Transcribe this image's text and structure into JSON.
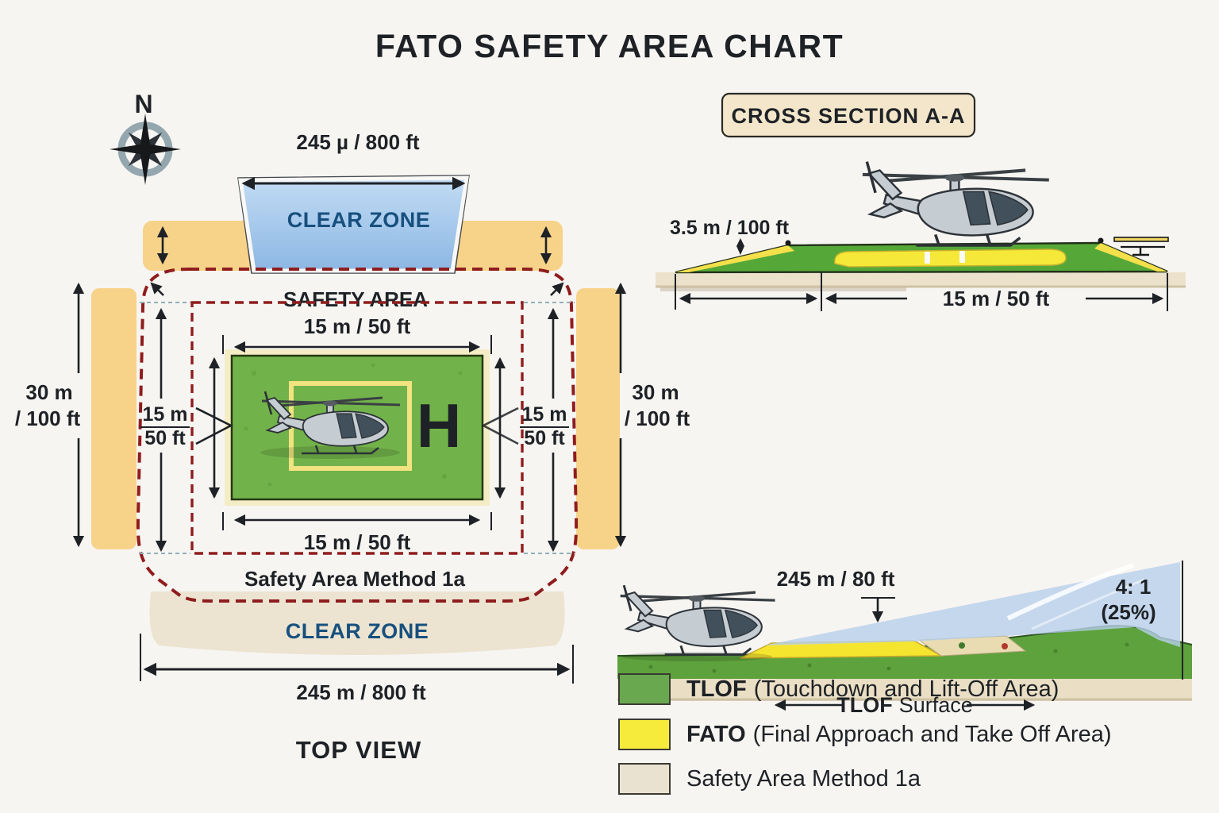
{
  "title": "FATO SAFETY AREA CHART",
  "colors": {
    "tlof_green": "#6aa84f",
    "fato_yellow": "#f6ea3a",
    "safety_beige": "#eae2d0",
    "dashed_red": "#8f1d1d",
    "clear_zone_blue": "#a9c9ec",
    "clear_zone_text": "#17507e"
  },
  "top_view": {
    "north": "N",
    "dim_top": "245 µ / 800 ft",
    "clear_zone_top": "CLEAR ZONE",
    "clear_zone_bottom": "CLEAR ZONE",
    "safety_area": "SAFETY AREA",
    "tlof_dim_top": "15 m / 50 ft",
    "tlof_dim_bottom": "15 m / 50 ft",
    "fato_left_m": "15 m",
    "fato_left_ft": "50 ft",
    "fato_right_m": "15 m",
    "fato_right_ft": "50 ft",
    "safety_left_m": "30 m",
    "safety_left_ft": "/ 100 ft",
    "safety_right_m": "30 m",
    "safety_right_ft": "/ 100 ft",
    "method": "Safety Area  Method 1a",
    "dim_bottom": "245 m / 800 ft",
    "caption": "TOP VIEW",
    "helipad_letter": "H"
  },
  "cross_section": {
    "title": "CROSS SECTION A-A",
    "height_dim": "3.5 m / 100 ft",
    "width_dim": "15 m / 50 ft"
  },
  "approach": {
    "dim": "245 m / 80 ft",
    "slope_ratio": "4: 1",
    "slope_percent": "(25%)",
    "surface_bold": "TLOF",
    "surface_rest": "Surface"
  },
  "legend": {
    "items": [
      {
        "color": "#6aa84f",
        "bold": "TLOF",
        "rest": "(Touchdown and Lift-Off Area)"
      },
      {
        "color": "#f6ea3a",
        "bold": "FATO",
        "rest": "(Final Approach and Take Off Area)"
      },
      {
        "color": "#eae2d0",
        "bold": "",
        "rest": "Safety Area Method 1a"
      }
    ]
  }
}
